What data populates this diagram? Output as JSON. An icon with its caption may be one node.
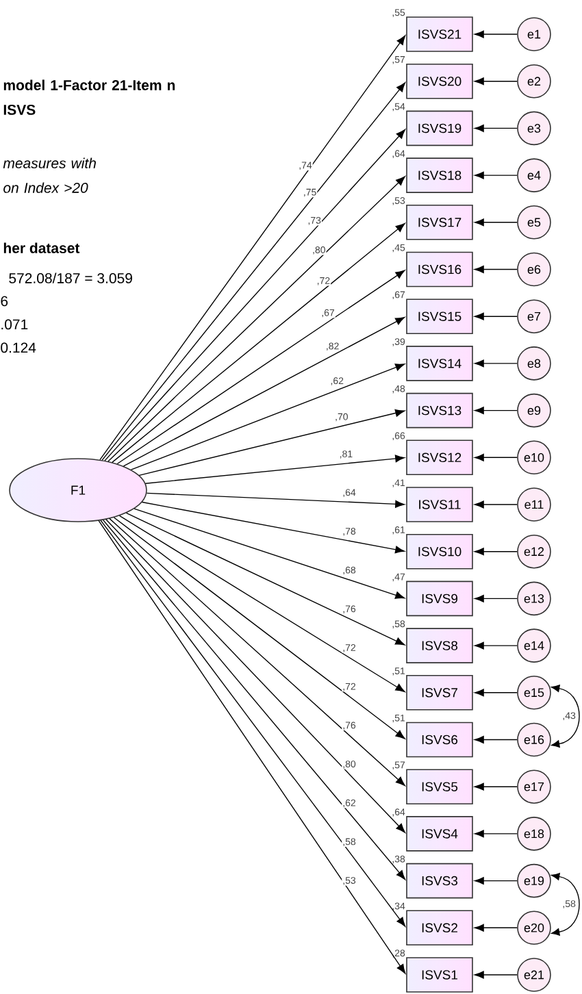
{
  "diagram": {
    "title": "model 1-Factor 21-Item n ISVS",
    "nodes": [
      {
        "text": [
          "F1"
        ]
      },
      {
        "text": [
          "ISVS21"
        ],
        "beside": [
          ",55"
        ]
      },
      {
        "text": [
          "ISVS20"
        ],
        "beside": [
          ",57"
        ]
      },
      {
        "text": [
          "ISVS19"
        ],
        "beside": [
          ",54"
        ]
      },
      {
        "text": [
          "ISVS18"
        ],
        "beside": [
          ",64"
        ]
      },
      {
        "text": [
          "ISVS17"
        ],
        "beside": [
          ",53"
        ]
      },
      {
        "text": [
          "ISVS16"
        ],
        "beside": [
          ",45"
        ]
      },
      {
        "text": [
          "ISVS15"
        ],
        "beside": [
          ",67"
        ]
      },
      {
        "text": [
          "ISVS14"
        ],
        "beside": [
          ",39"
        ]
      },
      {
        "text": [
          "ISVS13"
        ],
        "beside": [
          ",48"
        ]
      },
      {
        "text": [
          "ISVS12"
        ],
        "beside": [
          ",66"
        ]
      },
      {
        "text": [
          "ISVS11"
        ],
        "beside": [
          ",41"
        ]
      },
      {
        "text": [
          "ISVS10"
        ],
        "beside": [
          ",61"
        ]
      },
      {
        "text": [
          "ISVS9"
        ],
        "beside": [
          ",47"
        ]
      },
      {
        "text": [
          "ISVS8"
        ],
        "beside": [
          ",58"
        ]
      },
      {
        "text": [
          "ISVS7"
        ],
        "beside": [
          ",51"
        ]
      },
      {
        "text": [
          "ISVS6"
        ],
        "beside": [
          ",51"
        ]
      },
      {
        "text": [
          "ISVS5"
        ],
        "beside": [
          ",57"
        ]
      },
      {
        "text": [
          "ISVS4"
        ],
        "beside": [
          ",64"
        ]
      },
      {
        "text": [
          "ISVS3"
        ],
        "beside": [
          ",38"
        ]
      },
      {
        "text": [
          "ISVS2"
        ],
        "beside": [
          ",34"
        ]
      },
      {
        "text": [
          "ISVS1"
        ],
        "beside": [
          ",28"
        ]
      },
      {
        "text": [
          "e1"
        ]
      },
      {
        "text": [
          "e2"
        ]
      },
      {
        "text": [
          "e3"
        ]
      },
      {
        "text": [
          "e4"
        ]
      },
      {
        "text": [
          "e5"
        ]
      },
      {
        "text": [
          "e6"
        ]
      },
      {
        "text": [
          "e7"
        ]
      },
      {
        "text": [
          "e8"
        ]
      },
      {
        "text": [
          "e9"
        ]
      },
      {
        "text": [
          "e10"
        ]
      },
      {
        "text": [
          "e11"
        ]
      },
      {
        "text": [
          "e12"
        ]
      },
      {
        "text": [
          "e13"
        ]
      },
      {
        "text": [
          "e14"
        ]
      },
      {
        "text": [
          "e15"
        ]
      },
      {
        "text": [
          "e16"
        ]
      },
      {
        "text": [
          "e17"
        ]
      },
      {
        "text": [
          "e18"
        ]
      },
      {
        "text": [
          "e19"
        ]
      },
      {
        "text": [
          "e20"
        ]
      },
      {
        "text": [
          "e21"
        ]
      }
    ],
    "edges": [
      {
        "from": 0,
        "to": 1,
        "arrow": "to",
        "label": ",74"
      },
      {
        "from": 0,
        "to": 2,
        "arrow": "to",
        "label": ",75"
      },
      {
        "from": 0,
        "to": 3,
        "arrow": "to",
        "label": ",73"
      },
      {
        "from": 0,
        "to": 4,
        "arrow": "to",
        "label": ",80"
      },
      {
        "from": 0,
        "to": 5,
        "arrow": "to",
        "label": ",72"
      },
      {
        "from": 0,
        "to": 6,
        "arrow": "to",
        "label": ",67"
      },
      {
        "from": 0,
        "to": 7,
        "arrow": "to",
        "label": ",82"
      },
      {
        "from": 0,
        "to": 8,
        "arrow": "to",
        "label": ",62"
      },
      {
        "from": 0,
        "to": 9,
        "arrow": "to",
        "label": ",70"
      },
      {
        "from": 0,
        "to": 10,
        "arrow": "to",
        "label": ",81"
      },
      {
        "from": 0,
        "to": 11,
        "arrow": "to",
        "label": ",64"
      },
      {
        "from": 0,
        "to": 12,
        "arrow": "to",
        "label": ",78"
      },
      {
        "from": 0,
        "to": 13,
        "arrow": "to",
        "label": ",68"
      },
      {
        "from": 0,
        "to": 14,
        "arrow": "to",
        "label": ",76"
      },
      {
        "from": 0,
        "to": 15,
        "arrow": "to",
        "label": ",72"
      },
      {
        "from": 0,
        "to": 16,
        "arrow": "to",
        "label": ",72"
      },
      {
        "from": 0,
        "to": 17,
        "arrow": "to",
        "label": ",76"
      },
      {
        "from": 0,
        "to": 18,
        "arrow": "to",
        "label": ",80"
      },
      {
        "from": 0,
        "to": 19,
        "arrow": "to",
        "label": ",62"
      },
      {
        "from": 0,
        "to": 20,
        "arrow": "to",
        "label": ",58"
      },
      {
        "from": 0,
        "to": 21,
        "arrow": "to",
        "label": ",53"
      },
      {
        "from": 22,
        "to": 1,
        "arrow": "to"
      },
      {
        "from": 23,
        "to": 2,
        "arrow": "to"
      },
      {
        "from": 24,
        "to": 3,
        "arrow": "to"
      },
      {
        "from": 25,
        "to": 4,
        "arrow": "to"
      },
      {
        "from": 26,
        "to": 5,
        "arrow": "to"
      },
      {
        "from": 27,
        "to": 6,
        "arrow": "to"
      },
      {
        "from": 28,
        "to": 7,
        "arrow": "to"
      },
      {
        "from": 29,
        "to": 8,
        "arrow": "to"
      },
      {
        "from": 30,
        "to": 9,
        "arrow": "to"
      },
      {
        "from": 31,
        "to": 10,
        "arrow": "to"
      },
      {
        "from": 32,
        "to": 11,
        "arrow": "to"
      },
      {
        "from": 33,
        "to": 12,
        "arrow": "to"
      },
      {
        "from": 34,
        "to": 13,
        "arrow": "to"
      },
      {
        "from": 35,
        "to": 14,
        "arrow": "to"
      },
      {
        "from": 36,
        "to": 15,
        "arrow": "to"
      },
      {
        "from": 37,
        "to": 16,
        "arrow": "to"
      },
      {
        "from": 38,
        "to": 17,
        "arrow": "to"
      },
      {
        "from": 39,
        "to": 18,
        "arrow": "to"
      },
      {
        "from": 40,
        "to": 19,
        "arrow": "to"
      },
      {
        "from": 41,
        "to": 20,
        "arrow": "to"
      },
      {
        "from": 42,
        "to": 21,
        "arrow": "to"
      },
      {
        "from": 36,
        "to": 37,
        "arrow": "both",
        "label": ",43"
      },
      {
        "from": 40,
        "to": 41,
        "arrow": "both",
        "label": ",58"
      }
    ],
    "labels": [
      "measures with on Index >20",
      "her dataset",
      "572.08/187 = 3.059",
      "6",
      ".071",
      "0.124"
    ]
  }
}
